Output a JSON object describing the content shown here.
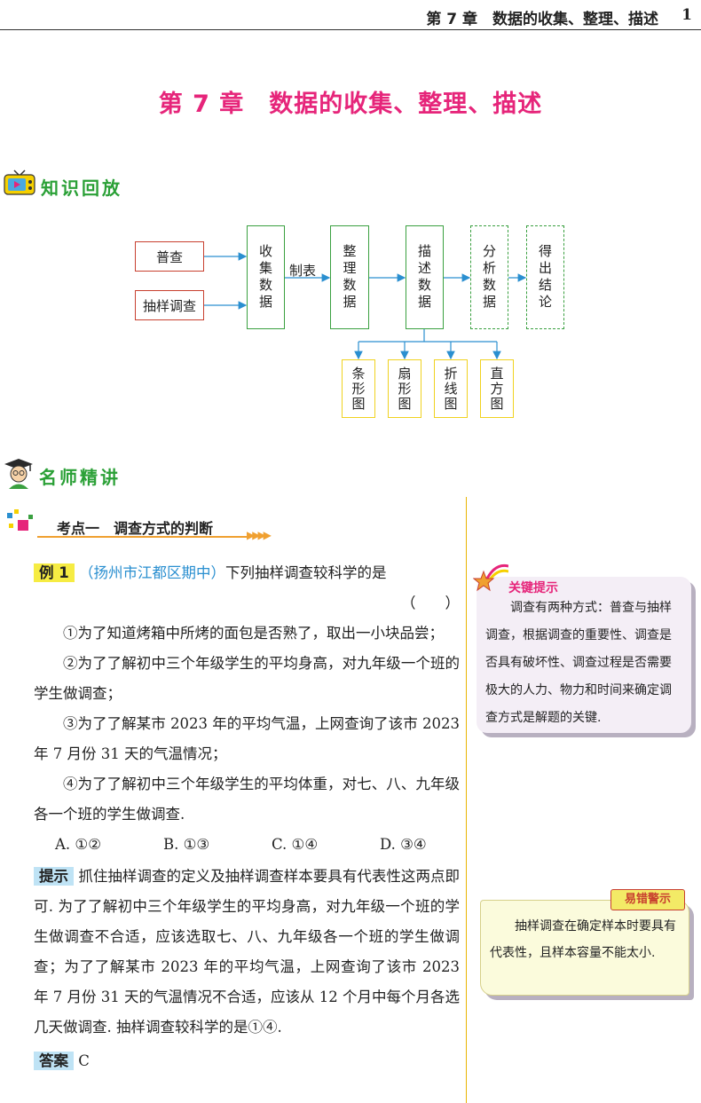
{
  "header": {
    "text": "第 7 章　数据的收集、整理、描述",
    "page_number": "1"
  },
  "chapter_title": "第 7 章　数据的收集、整理、描述",
  "section1": {
    "title": "知识回放"
  },
  "flowchart": {
    "census": "普查",
    "sample_survey": "抽样调查",
    "collect": "收集数据",
    "edge_label": "制表",
    "organize": "整理数据",
    "describe": "描述数据",
    "analyze": "分析数据",
    "conclude": "得出结论",
    "charts": [
      "条形图",
      "扇形图",
      "折线图",
      "直方图"
    ]
  },
  "section2": {
    "title": "名师精讲"
  },
  "topic": {
    "title": "考点一　调查方式的判断"
  },
  "example": {
    "label": "例 1",
    "source": "（扬州市江都区期中）",
    "question": "下列抽样调查较科学的是",
    "bracket": "（　　）",
    "items": [
      "①为了知道烤箱中所烤的面包是否熟了，取出一小块品尝；",
      "②为了了解初中三个年级学生的平均身高，对九年级一个班的学生做调查；",
      "③为了了解某市 2023 年的平均气温，上网查询了该市 2023 年 7 月份 31 天的气温情况；",
      "④为了了解初中三个年级学生的平均体重，对七、八、九年级各一个班的学生做调查."
    ],
    "options": [
      "A. ①②",
      "B. ①③",
      "C. ①④",
      "D. ③④"
    ]
  },
  "hint": {
    "label": "提示",
    "text": "抓住抽样调查的定义及抽样调查样本要具有代表性这两点即可. 为了了解初中三个年级学生的平均身高，对九年级一个班的学生做调查不合适，应该选取七、八、九年级各一个班的学生做调查；为了了解某市 2023 年的平均气温，上网查询了该市 2023 年 7 月份 31 天的气温情况不合适，应该从 12 个月中每个月各选几天做调查. 抽样调查较科学的是①④."
  },
  "answer": {
    "label": "答案",
    "value": "C"
  },
  "key_tip": {
    "title": "关键提示",
    "text": "调查有两种方式：普查与抽样调查，根据调查的重要性、调查是否具有破坏性、调查过程是否需要极大的人力、物力和时间来确定调查方式是解题的关键."
  },
  "warning_tip": {
    "title": "易错警示",
    "text": "抽样调查在确定样本时要具有代表性，且样本容量不能太小."
  },
  "colors": {
    "title": "#e6257a",
    "section": "#2aa036",
    "highlight": "#f6ec43",
    "hint": "#bfe3f5"
  }
}
